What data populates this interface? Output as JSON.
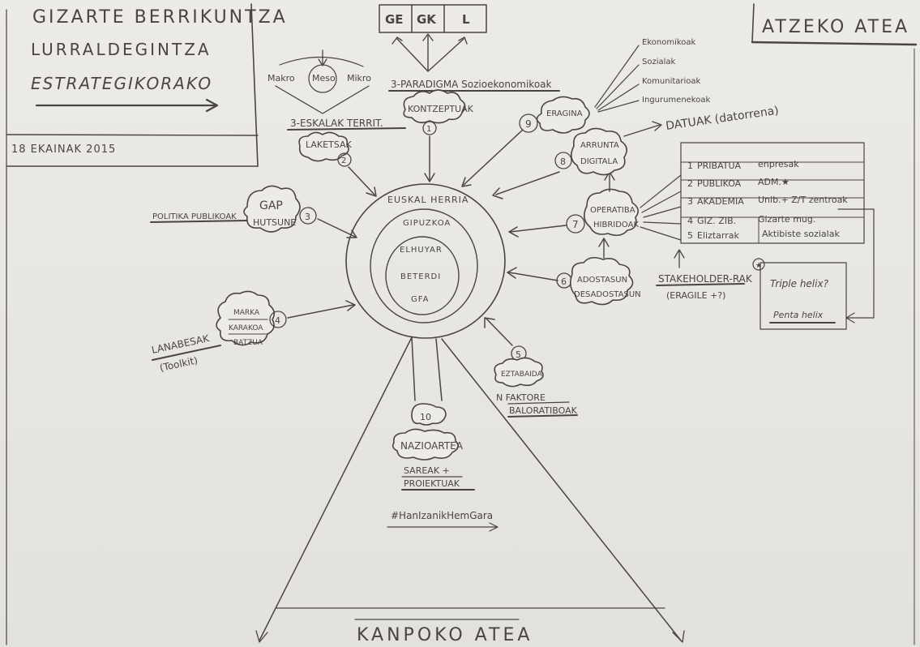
{
  "title_box": {
    "line1": "GIZARTE BERRIKUNTZA",
    "line2": "LURRALDEGINTZA",
    "line3": "ESTRATEGIKORAKO",
    "date": "18 EKAINAK 2015"
  },
  "atzeko_atea": "ATZEKO ATEA",
  "kanpoko_atea": "KANPOKO ATEA",
  "paradigma_boxes": [
    "GE",
    "GK",
    "L"
  ],
  "scale_labels": {
    "makro": "Makro",
    "meso": "Meso",
    "mikro": "Mikro"
  },
  "center": {
    "outer": "EUSKAL HERRIA",
    "ring2": "GIPUZKOA",
    "ring3": "ELHUYAR",
    "ring4a": "BETERDI",
    "ring4b": "GFA"
  },
  "nodes": {
    "n1": {
      "num": "1",
      "head": "3-PARADIGMA Sozioekonomikoak",
      "label": "KONTZEPTUAK"
    },
    "n2": {
      "num": "2",
      "head": "3-ESKALAK TERRIT.",
      "label": "LAKETSAK"
    },
    "n3": {
      "num": "3",
      "side": "POLITIKA PUBLIKOAK",
      "label1": "GAP",
      "label2": "HUTSUNE"
    },
    "n4": {
      "num": "4",
      "lines": [
        "MARKA",
        "KARAKOA",
        "BATZUA"
      ],
      "side": "LANABESAK",
      "side2": "(Toolkit)"
    },
    "n5": {
      "num": "5",
      "label": "EZTABAIDA",
      "below1": "N FAKTORE",
      "below2": "BALORATIBOAK"
    },
    "n6": {
      "num": "6",
      "label1": "ADOSTASUN",
      "label2": "DESADOSTASUN"
    },
    "n7": {
      "num": "7",
      "label1": "OPERATIBA",
      "label2": "HIBRIDOAK"
    },
    "n8": {
      "num": "8",
      "label1": "ARRUNTA",
      "label2": "DIGITALA",
      "datuak": "DATUAK (datorrena)"
    },
    "n9": {
      "num": "9",
      "label": "ERAGINA",
      "items": [
        "Ekonomikoak",
        "Sozialak",
        "Komunitarioak",
        "Ingurumenekoak"
      ]
    },
    "n10": {
      "num": "10",
      "label": "NAZIOARTEA",
      "below1": "SAREAK +",
      "below2": "PROIEKTUAK",
      "hashtag": "#HanIzanikHemGara"
    }
  },
  "stakeholder_table": [
    {
      "n": "1",
      "label": "PRIBATUA",
      "value": "enpresak"
    },
    {
      "n": "2",
      "label": "PUBLIKOA",
      "value": "ADM.★"
    },
    {
      "n": "3",
      "label": "AKADEMIA",
      "value": "Unib.+ Z/T zentroak"
    },
    {
      "n": "4",
      "label": "GIZ. ZIB.",
      "value": "Gizarte mug."
    },
    {
      "n": "5",
      "label": "Eliztarrak",
      "value": "Aktibiste sozialak"
    }
  ],
  "stakeholder": {
    "label": "STAKEHOLDER-RAK",
    "sub": "(ERAGILE +?)"
  },
  "helix": {
    "line1": "Triple helix?",
    "line2": "Penta helix"
  }
}
